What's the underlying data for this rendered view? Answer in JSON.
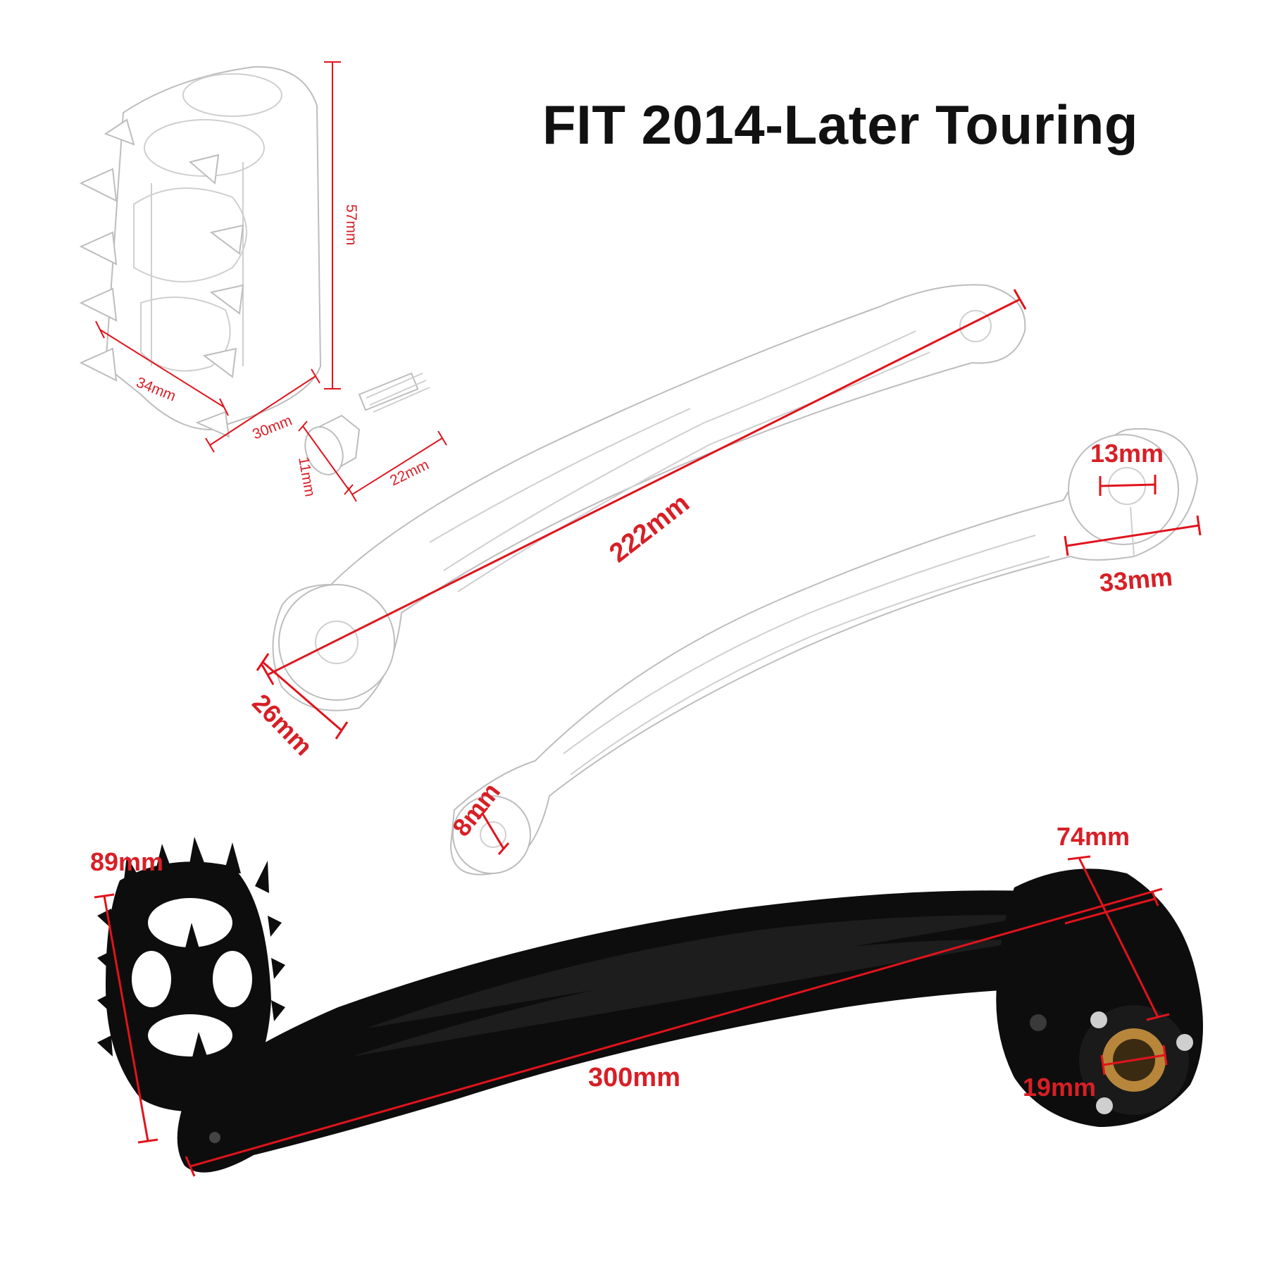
{
  "headline": "FIT 2014-Later Touring",
  "dimensions": {
    "peg_height": "57mm",
    "peg_length": "34mm",
    "peg_width": "30mm",
    "bolt_diameter": "11mm",
    "bolt_length": "22mm",
    "upper_rod_length": "222mm",
    "upper_rod_end": "26mm",
    "lower_rod_clamp": "13mm",
    "lower_rod_end": "33mm",
    "lower_rod_hole": "8mm",
    "lever_length": "300mm",
    "lever_peg": "89mm",
    "lever_hub": "74mm",
    "lever_bore": "19mm"
  },
  "colors": {
    "dimension": "#d81f26",
    "headline": "#111111",
    "chrome_outline": "#bdbdbd",
    "black_part": "#0d0d0d",
    "brass": "#b8863b"
  }
}
